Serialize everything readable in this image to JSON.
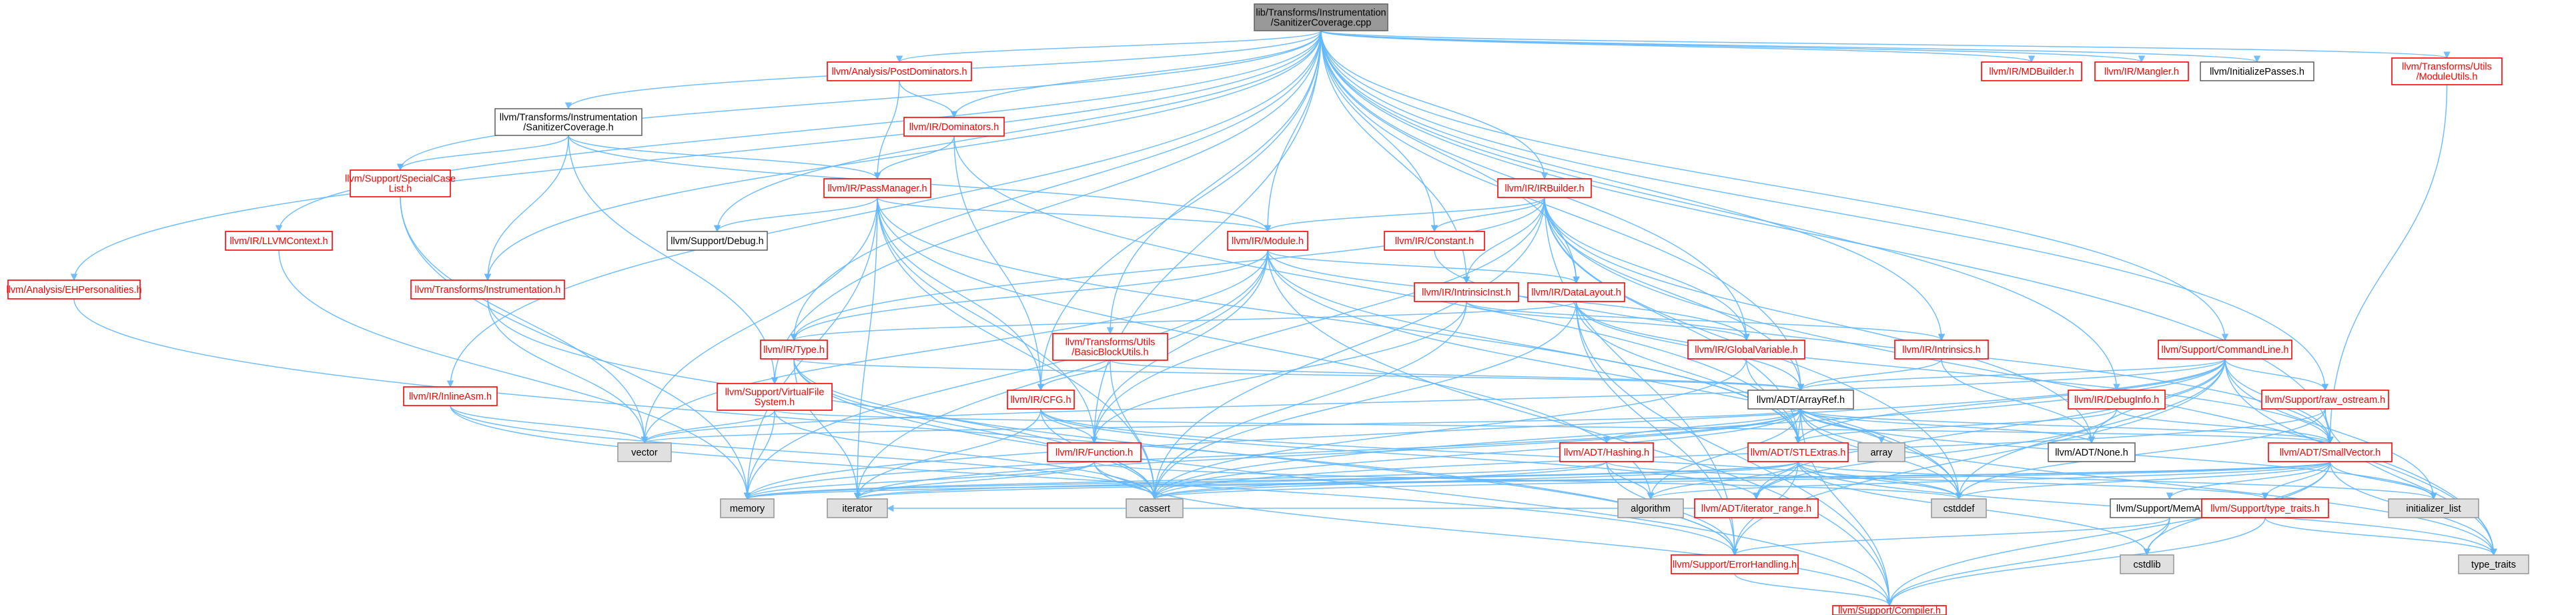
{
  "colors": {
    "edge": "#63b8ff",
    "root_fill": "#999999",
    "root_stroke": "#666666",
    "red_stroke": "#ff0000",
    "red_text": "#ff0000",
    "black_stroke": "#666666",
    "black_text": "#000000",
    "gray_fill": "#e0e0e0",
    "gray_stroke": "#999999",
    "gray_text": "#000000"
  },
  "nodes": {
    "root": {
      "lines": [
        "lib/Transforms/Instrumentation",
        "/SanitizerCoverage.cpp"
      ],
      "style": "root"
    },
    "ehpers": {
      "lines": [
        "llvm/Analysis/EHPersonalities.h"
      ],
      "style": "red"
    },
    "specialcase": {
      "lines": [
        "llvm/Support/SpecialCase",
        "List.h"
      ],
      "style": "red"
    },
    "llvmctx": {
      "lines": [
        "llvm/IR/LLVMContext.h"
      ],
      "style": "red"
    },
    "sancovh": {
      "lines": [
        "llvm/Transforms/Instrumentation",
        "/SanitizerCoverage.h"
      ],
      "style": "black"
    },
    "instrh": {
      "lines": [
        "llvm/Transforms/Instrumentation.h"
      ],
      "style": "red"
    },
    "postdom": {
      "lines": [
        "llvm/Analysis/PostDominators.h"
      ],
      "style": "red"
    },
    "dominators": {
      "lines": [
        "llvm/IR/Dominators.h"
      ],
      "style": "red"
    },
    "passmgr": {
      "lines": [
        "llvm/IR/PassManager.h"
      ],
      "style": "red"
    },
    "supdebug": {
      "lines": [
        "llvm/Support/Debug.h"
      ],
      "style": "black"
    },
    "inlineasm": {
      "lines": [
        "llvm/IR/InlineAsm.h"
      ],
      "style": "red"
    },
    "vfs": {
      "lines": [
        "llvm/Support/VirtualFile",
        "System.h"
      ],
      "style": "red"
    },
    "type": {
      "lines": [
        "llvm/IR/Type.h"
      ],
      "style": "red"
    },
    "module": {
      "lines": [
        "llvm/IR/Module.h"
      ],
      "style": "red"
    },
    "irbuilder": {
      "lines": [
        "llvm/IR/IRBuilder.h"
      ],
      "style": "red"
    },
    "constant": {
      "lines": [
        "llvm/IR/Constant.h"
      ],
      "style": "red"
    },
    "intrinsicinst": {
      "lines": [
        "llvm/IR/IntrinsicInst.h"
      ],
      "style": "red"
    },
    "datalayout": {
      "lines": [
        "llvm/IR/DataLayout.h"
      ],
      "style": "red"
    },
    "basicblockutils": {
      "lines": [
        "llvm/Transforms/Utils",
        "/BasicBlockUtils.h"
      ],
      "style": "red"
    },
    "globalvar": {
      "lines": [
        "llvm/IR/GlobalVariable.h"
      ],
      "style": "red"
    },
    "cfg": {
      "lines": [
        "llvm/IR/CFG.h"
      ],
      "style": "red"
    },
    "function": {
      "lines": [
        "llvm/IR/Function.h"
      ],
      "style": "red"
    },
    "intrinsics": {
      "lines": [
        "llvm/IR/Intrinsics.h"
      ],
      "style": "red"
    },
    "arrayref": {
      "lines": [
        "llvm/ADT/ArrayRef.h"
      ],
      "style": "black"
    },
    "hashing": {
      "lines": [
        "llvm/ADT/Hashing.h"
      ],
      "style": "red"
    },
    "stlextras": {
      "lines": [
        "llvm/ADT/STLExtras.h"
      ],
      "style": "red"
    },
    "none": {
      "lines": [
        "llvm/ADT/None.h"
      ],
      "style": "black"
    },
    "debuginfo": {
      "lines": [
        "llvm/IR/DebugInfo.h"
      ],
      "style": "red"
    },
    "commandline": {
      "lines": [
        "llvm/Support/CommandLine.h"
      ],
      "style": "red"
    },
    "rawostream": {
      "lines": [
        "llvm/Support/raw_ostream.h"
      ],
      "style": "red"
    },
    "smallvector": {
      "lines": [
        "llvm/ADT/SmallVector.h"
      ],
      "style": "red"
    },
    "mdbuilder": {
      "lines": [
        "llvm/IR/MDBuilder.h"
      ],
      "style": "red"
    },
    "mangler": {
      "lines": [
        "llvm/IR/Mangler.h"
      ],
      "style": "red"
    },
    "initpasses": {
      "lines": [
        "llvm/InitializePasses.h"
      ],
      "style": "black"
    },
    "moduleutils": {
      "lines": [
        "llvm/Transforms/Utils",
        "/ModuleUtils.h"
      ],
      "style": "red"
    },
    "memalloc": {
      "lines": [
        "llvm/Support/MemAlloc.h"
      ],
      "style": "black"
    },
    "typetraitsh": {
      "lines": [
        "llvm/Support/type_traits.h"
      ],
      "style": "red"
    },
    "iterrange": {
      "lines": [
        "llvm/ADT/iterator_range.h"
      ],
      "style": "red"
    },
    "errhandling": {
      "lines": [
        "llvm/Support/ErrorHandling.h"
      ],
      "style": "red"
    },
    "compiler": {
      "lines": [
        "llvm/Support/Compiler.h"
      ],
      "style": "red"
    },
    "vector": {
      "lines": [
        "vector"
      ],
      "style": "gray"
    },
    "memory": {
      "lines": [
        "memory"
      ],
      "style": "gray"
    },
    "iterator": {
      "lines": [
        "iterator"
      ],
      "style": "gray"
    },
    "cassert": {
      "lines": [
        "cassert"
      ],
      "style": "gray"
    },
    "array": {
      "lines": [
        "array"
      ],
      "style": "gray"
    },
    "algorithm": {
      "lines": [
        "algorithm"
      ],
      "style": "gray"
    },
    "cstddef": {
      "lines": [
        "cstddef"
      ],
      "style": "gray"
    },
    "initlist": {
      "lines": [
        "initializer_list"
      ],
      "style": "gray"
    },
    "typetraits": {
      "lines": [
        "type_traits"
      ],
      "style": "gray"
    },
    "cstdlib": {
      "lines": [
        "cstdlib"
      ],
      "style": "gray"
    }
  },
  "edges": [
    [
      "root",
      "ehpers"
    ],
    [
      "root",
      "specialcase"
    ],
    [
      "root",
      "llvmctx"
    ],
    [
      "root",
      "sancovh"
    ],
    [
      "root",
      "instrh"
    ],
    [
      "root",
      "postdom"
    ],
    [
      "root",
      "dominators"
    ],
    [
      "root",
      "supdebug"
    ],
    [
      "root",
      "inlineasm"
    ],
    [
      "root",
      "vfs"
    ],
    [
      "root",
      "type"
    ],
    [
      "root",
      "module"
    ],
    [
      "root",
      "irbuilder"
    ],
    [
      "root",
      "constant"
    ],
    [
      "root",
      "intrinsicinst"
    ],
    [
      "root",
      "datalayout"
    ],
    [
      "root",
      "basicblockutils"
    ],
    [
      "root",
      "globalvar"
    ],
    [
      "root",
      "cfg"
    ],
    [
      "root",
      "function"
    ],
    [
      "root",
      "intrinsics"
    ],
    [
      "root",
      "arrayref"
    ],
    [
      "root",
      "debuginfo"
    ],
    [
      "root",
      "commandline"
    ],
    [
      "root",
      "rawostream"
    ],
    [
      "root",
      "smallvector"
    ],
    [
      "root",
      "mdbuilder"
    ],
    [
      "root",
      "mangler"
    ],
    [
      "root",
      "initpasses"
    ],
    [
      "root",
      "moduleutils"
    ],
    [
      "ehpers",
      "errhandling"
    ],
    [
      "specialcase",
      "memory"
    ],
    [
      "specialcase",
      "vector"
    ],
    [
      "llvmctx",
      "memory"
    ],
    [
      "sancovh",
      "passmgr"
    ],
    [
      "sancovh",
      "instrh"
    ],
    [
      "sancovh",
      "vfs"
    ],
    [
      "sancovh",
      "module"
    ],
    [
      "sancovh",
      "specialcase"
    ],
    [
      "instrh",
      "vector"
    ],
    [
      "instrh",
      "cassert"
    ],
    [
      "postdom",
      "dominators"
    ],
    [
      "postdom",
      "passmgr"
    ],
    [
      "dominators",
      "passmgr"
    ],
    [
      "dominators",
      "cfg"
    ],
    [
      "dominators",
      "stlextras"
    ],
    [
      "passmgr",
      "module"
    ],
    [
      "passmgr",
      "supdebug"
    ],
    [
      "passmgr",
      "function"
    ],
    [
      "passmgr",
      "vector"
    ],
    [
      "passmgr",
      "memory"
    ],
    [
      "passmgr",
      "cassert"
    ],
    [
      "passmgr",
      "iterator"
    ],
    [
      "passmgr",
      "algorithm"
    ],
    [
      "passmgr",
      "cfg"
    ],
    [
      "passmgr",
      "stlextras"
    ],
    [
      "inlineasm",
      "errhandling"
    ],
    [
      "inlineasm",
      "cassert"
    ],
    [
      "inlineasm",
      "vector"
    ],
    [
      "vfs",
      "memory"
    ],
    [
      "vfs",
      "vector"
    ],
    [
      "vfs",
      "cassert"
    ],
    [
      "vfs",
      "smallvector"
    ],
    [
      "type",
      "arrayref"
    ],
    [
      "type",
      "cassert"
    ],
    [
      "type",
      "iterator"
    ],
    [
      "type",
      "compiler"
    ],
    [
      "type",
      "errhandling"
    ],
    [
      "module",
      "datalayout"
    ],
    [
      "module",
      "function"
    ],
    [
      "module",
      "globalvar"
    ],
    [
      "module",
      "type"
    ],
    [
      "module",
      "vector"
    ],
    [
      "module",
      "memory"
    ],
    [
      "module",
      "iterator"
    ],
    [
      "module",
      "cstddef"
    ],
    [
      "module",
      "stlextras"
    ],
    [
      "module",
      "compiler"
    ],
    [
      "irbuilder",
      "arrayref"
    ],
    [
      "irbuilder",
      "none"
    ],
    [
      "irbuilder",
      "datalayout"
    ],
    [
      "irbuilder",
      "constant"
    ],
    [
      "irbuilder",
      "function"
    ],
    [
      "irbuilder",
      "globalvar"
    ],
    [
      "irbuilder",
      "intrinsicinst"
    ],
    [
      "irbuilder",
      "type"
    ],
    [
      "irbuilder",
      "cassert"
    ],
    [
      "irbuilder",
      "cstddef"
    ],
    [
      "irbuilder",
      "module"
    ],
    [
      "irbuilder",
      "stlextras"
    ],
    [
      "irbuilder",
      "typetraits"
    ],
    [
      "irbuilder",
      "errhandling"
    ],
    [
      "constant",
      "smallvector"
    ],
    [
      "intrinsicinst",
      "intrinsics"
    ],
    [
      "intrinsicinst",
      "cassert"
    ],
    [
      "intrinsicinst",
      "globalvar"
    ],
    [
      "intrinsicinst",
      "function"
    ],
    [
      "datalayout",
      "arrayref"
    ],
    [
      "datalayout",
      "stlextras"
    ],
    [
      "datalayout",
      "smallvector"
    ],
    [
      "datalayout",
      "type"
    ],
    [
      "datalayout",
      "cassert"
    ],
    [
      "datalayout",
      "errhandling"
    ],
    [
      "datalayout",
      "compiler"
    ],
    [
      "basicblockutils",
      "arrayref"
    ],
    [
      "basicblockutils",
      "cfg"
    ],
    [
      "basicblockutils",
      "cassert"
    ],
    [
      "globalvar",
      "cassert"
    ],
    [
      "globalvar",
      "cstddef"
    ],
    [
      "cfg",
      "function"
    ],
    [
      "cfg",
      "iterrange"
    ],
    [
      "cfg",
      "cassert"
    ],
    [
      "cfg",
      "iterator"
    ],
    [
      "cfg",
      "cstddef"
    ],
    [
      "function",
      "cassert"
    ],
    [
      "function",
      "memory"
    ],
    [
      "function",
      "iterator"
    ],
    [
      "function",
      "compiler"
    ],
    [
      "function",
      "cstddef"
    ],
    [
      "intrinsics",
      "arrayref"
    ],
    [
      "intrinsics",
      "none"
    ],
    [
      "arrayref",
      "hashing"
    ],
    [
      "arrayref",
      "none"
    ],
    [
      "arrayref",
      "smallvector"
    ],
    [
      "arrayref",
      "stlextras"
    ],
    [
      "arrayref",
      "compiler"
    ],
    [
      "arrayref",
      "algorithm"
    ],
    [
      "arrayref",
      "array"
    ],
    [
      "arrayref",
      "cassert"
    ],
    [
      "arrayref",
      "cstddef"
    ],
    [
      "arrayref",
      "initlist"
    ],
    [
      "arrayref",
      "iterator"
    ],
    [
      "arrayref",
      "memory"
    ],
    [
      "arrayref",
      "typetraits"
    ],
    [
      "arrayref",
      "vector"
    ],
    [
      "hashing",
      "errhandling"
    ],
    [
      "hashing",
      "typetraitsh"
    ],
    [
      "hashing",
      "algorithm"
    ],
    [
      "hashing",
      "cassert"
    ],
    [
      "hashing",
      "memory"
    ],
    [
      "stlextras",
      "iterrange"
    ],
    [
      "stlextras",
      "errhandling"
    ],
    [
      "stlextras",
      "algorithm"
    ],
    [
      "stlextras",
      "cassert"
    ],
    [
      "stlextras",
      "cstddef"
    ],
    [
      "stlextras",
      "cstdlib"
    ],
    [
      "stlextras",
      "initlist"
    ],
    [
      "stlextras",
      "iterator"
    ],
    [
      "stlextras",
      "memory"
    ],
    [
      "stlextras",
      "typetraits"
    ],
    [
      "debuginfo",
      "iterrange"
    ],
    [
      "debuginfo",
      "smallvector"
    ],
    [
      "debuginfo",
      "stlextras"
    ],
    [
      "commandline",
      "arrayref"
    ],
    [
      "commandline",
      "none"
    ],
    [
      "commandline",
      "smallvector"
    ],
    [
      "commandline",
      "stlextras"
    ],
    [
      "commandline",
      "rawostream"
    ],
    [
      "commandline",
      "errhandling"
    ],
    [
      "commandline",
      "iterrange"
    ],
    [
      "commandline",
      "cassert"
    ],
    [
      "commandline",
      "cstddef"
    ],
    [
      "commandline",
      "initlist"
    ],
    [
      "commandline",
      "memory"
    ],
    [
      "commandline",
      "typetraits"
    ],
    [
      "commandline",
      "vector"
    ],
    [
      "rawostream",
      "cassert"
    ],
    [
      "rawostream",
      "cstddef"
    ],
    [
      "rawostream",
      "typetraits"
    ],
    [
      "rawostream",
      "smallvector"
    ],
    [
      "smallvector",
      "memalloc"
    ],
    [
      "smallvector",
      "typetraitsh"
    ],
    [
      "smallvector",
      "compiler"
    ],
    [
      "smallvector",
      "algorithm"
    ],
    [
      "smallvector",
      "cassert"
    ],
    [
      "smallvector",
      "cstddef"
    ],
    [
      "smallvector",
      "cstdlib"
    ],
    [
      "smallvector",
      "initlist"
    ],
    [
      "smallvector",
      "iterator"
    ],
    [
      "smallvector",
      "memory"
    ],
    [
      "smallvector",
      "typetraits"
    ],
    [
      "moduleutils",
      "smallvector"
    ],
    [
      "memalloc",
      "compiler"
    ],
    [
      "memalloc",
      "errhandling"
    ],
    [
      "memalloc",
      "cstdlib"
    ],
    [
      "typetraitsh",
      "compiler"
    ],
    [
      "typetraitsh",
      "typetraits"
    ],
    [
      "iterrange",
      "iterator"
    ],
    [
      "errhandling",
      "compiler"
    ]
  ]
}
